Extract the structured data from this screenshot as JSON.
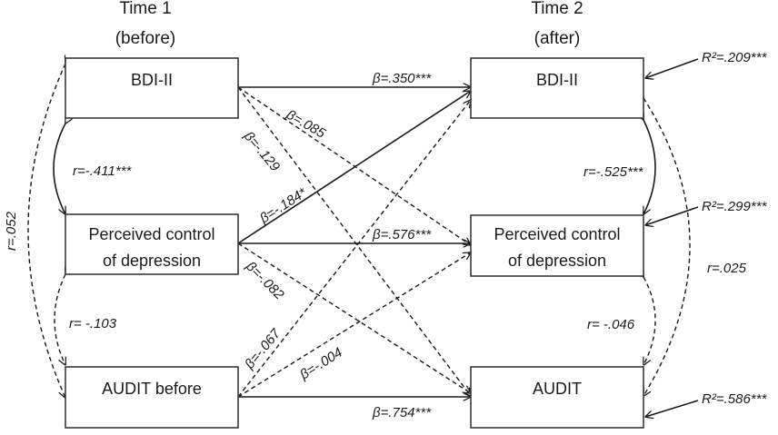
{
  "headers": {
    "time1_line1": "Time 1",
    "time1_line2": "(before)",
    "time2_line1": "Time 2",
    "time2_line2": "(after)"
  },
  "boxes": {
    "bdi_t1": "BDI-II",
    "pcd_t1_line1": "Perceived control",
    "pcd_t1_line2": "of depression",
    "audit_t1": "AUDIT  before",
    "bdi_t2": "BDI-II",
    "pcd_t2_line1": "Perceived control",
    "pcd_t2_line2": "of depression",
    "audit_t2": "AUDIT"
  },
  "paths": {
    "bdi_bdi": "β=.350***",
    "bdi_pcd": "β=.085",
    "bdi_audit": "β=-.129",
    "pcd_bdi": "β=-.184*",
    "pcd_pcd": "β=.576***",
    "pcd_audit": "β=-.082",
    "audit_bdi": "β=-.067",
    "audit_pcd": "β=-.004",
    "audit_audit": "β=.754***"
  },
  "correlations": {
    "t1_bdi_pcd": "r=-.411***",
    "t1_pcd_audit": "r= -.103",
    "t1_bdi_audit": "r=.052",
    "t2_bdi_pcd": "r=-.525***",
    "t2_pcd_audit": "r= -.046",
    "t2_bdi_audit": "r=.025"
  },
  "r_squared": {
    "bdi": "R²=.209***",
    "pcd": "R²=.299***",
    "audit": "R²=.586***"
  },
  "colors": {
    "line": "#1a1a1a",
    "box_border": "#3a3a3a"
  }
}
